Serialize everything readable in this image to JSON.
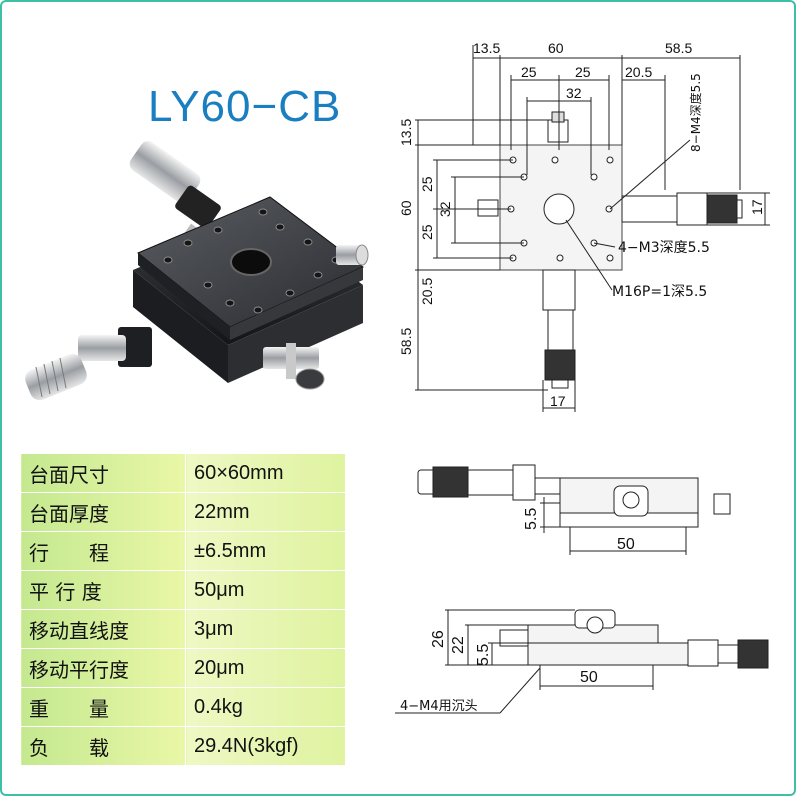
{
  "model": "LY60−CB",
  "specs": [
    {
      "label": "台面尺寸",
      "value": "60×60mm"
    },
    {
      "label": "台面厚度",
      "value": "22mm"
    },
    {
      "label": "行　　程",
      "value": "±6.5mm"
    },
    {
      "label": "平 行 度",
      "value": "50μm"
    },
    {
      "label": "移动直线度",
      "value": "3μm"
    },
    {
      "label": "移动平行度",
      "value": "20μm"
    },
    {
      "label": "重　　量",
      "value": "0.4kg"
    },
    {
      "label": "负　　载",
      "value": "29.4N(3kgf)"
    }
  ],
  "top_view": {
    "dim_13_5_top": "13.5",
    "dim_60_top": "60",
    "dim_58_5_top": "58.5",
    "dim_25_a": "25",
    "dim_25_b": "25",
    "dim_20_5_top": "20.5",
    "dim_32_top": "32",
    "dim_13_5_left": "13.5",
    "dim_60_left": "60",
    "dim_25_l1": "25",
    "dim_32_left": "32",
    "dim_25_l2": "25",
    "dim_20_5_left": "20.5",
    "dim_58_5_left": "58.5",
    "dim_17_right": "17",
    "dim_17_bottom": "17",
    "note_m4": "8−M4深度5.5",
    "note_m3": "4−M3深度5.5",
    "note_m16": "M16P=1深5.5"
  },
  "front_view": {
    "dim_5_5": "5.5",
    "dim_50": "50"
  },
  "side_view": {
    "dim_26": "26",
    "dim_22": "22",
    "dim_5_5": "5.5",
    "dim_50": "50",
    "note_m4": "4−M4用沉头"
  },
  "colors": {
    "title": "#1a7fc1",
    "frame": "#3fbfa6",
    "label_bg": "#c4e890",
    "value_bg": "#e9f7a6"
  }
}
